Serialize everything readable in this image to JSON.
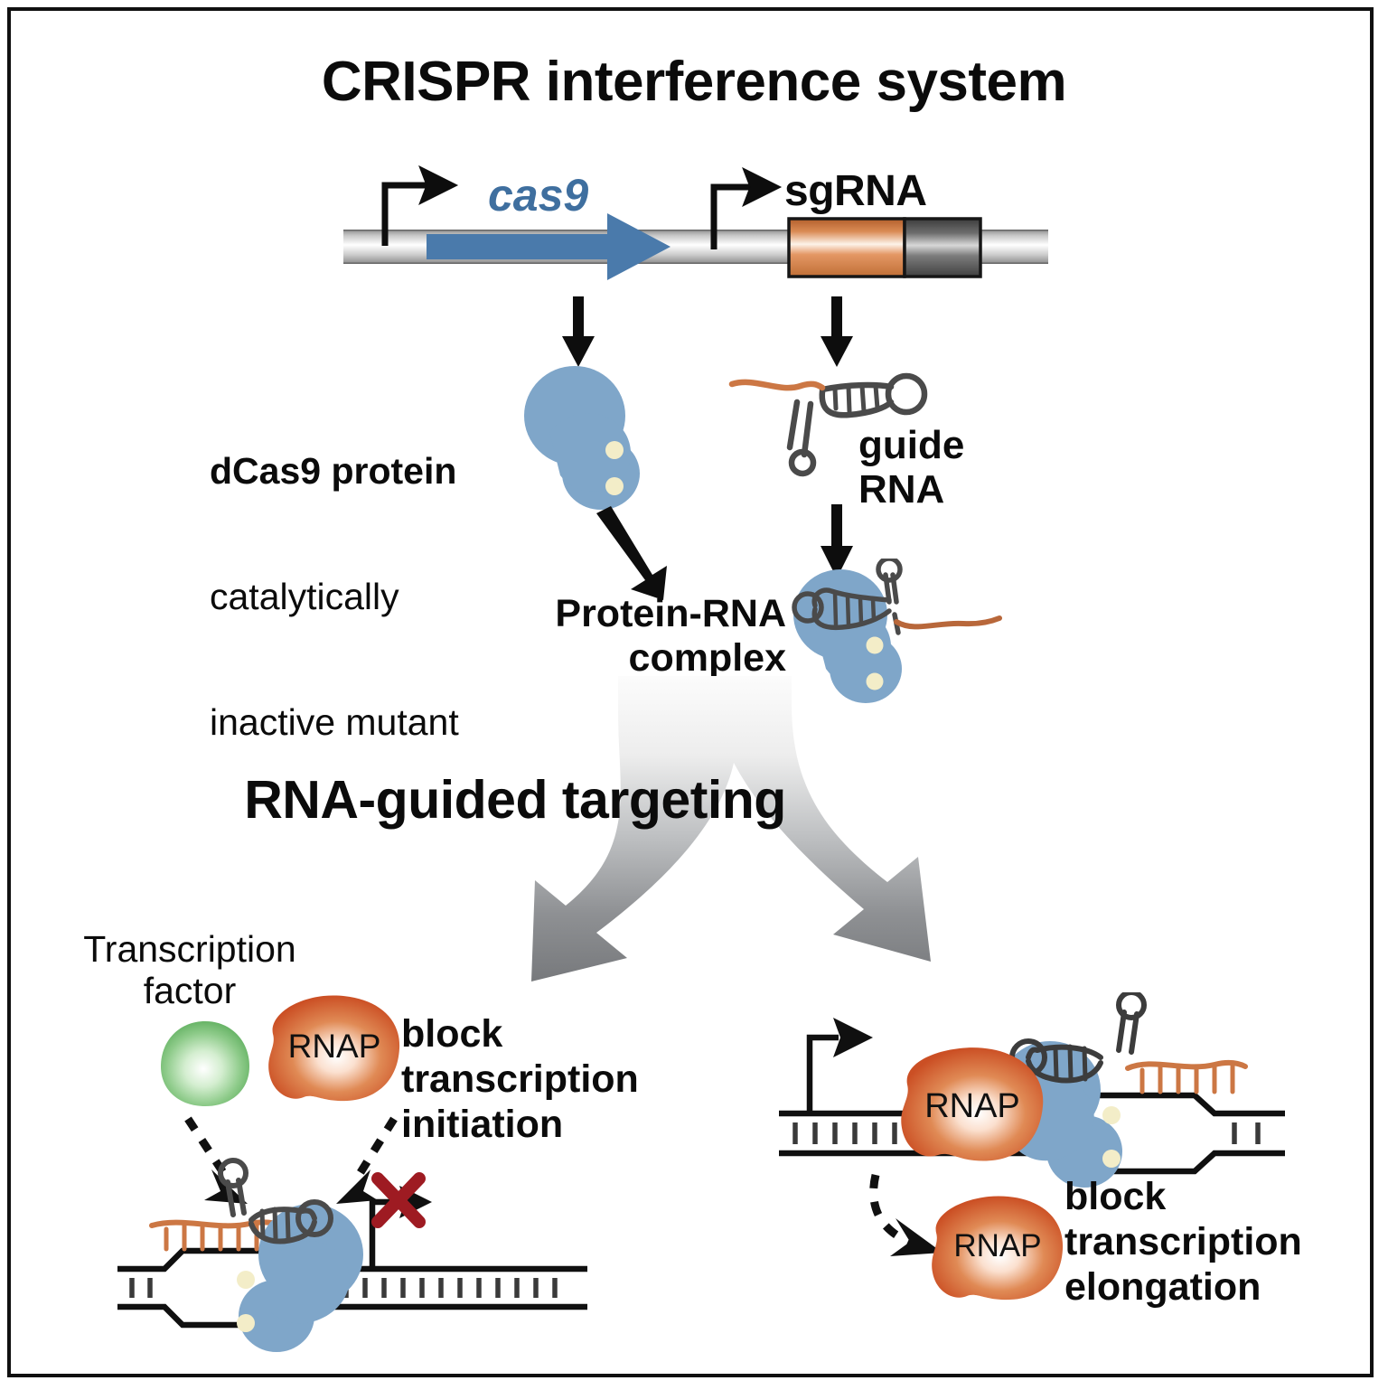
{
  "figure": {
    "title": "CRISPR interference system",
    "background": "#ffffff",
    "border_color": "#101010"
  },
  "colors": {
    "cas9_gene_blue": "#4a7aab",
    "cas9_label_blue": "#3f6f9f",
    "protein_blue": "#7fa6c9",
    "protein_dot_cream": "#f3edc8",
    "rna_orange": "#cc7744",
    "sgrna_box_orange": "#d4824a",
    "sgrna_box_gray": "#5a5a5a",
    "rnap_orange": "#d4562a",
    "transcription_factor_green": "#63b463",
    "red_x": "#9e1b22",
    "dna_black": "#101010",
    "arrow_gray_light": "#f2f2f2",
    "arrow_gray_dark": "#6f7072"
  },
  "construct": {
    "cas9_gene_label": "cas9",
    "sgrna_label": "sgRNA",
    "promoters": [
      "promoter-arrow-cas9",
      "promoter-arrow-sgrna"
    ],
    "elements": [
      "dna-backbone",
      "cas9-arrow",
      "sgrna-spacer-box",
      "sgrna-handle-box"
    ]
  },
  "protein": {
    "title": "dCas9 protein",
    "line2": "catalytically",
    "line3": "inactive mutant"
  },
  "guide": {
    "line1": "guide",
    "line2": "RNA"
  },
  "complex": {
    "line1": "Protein-RNA",
    "line2": "complex"
  },
  "targeting": {
    "label": "RNA-guided targeting"
  },
  "left_panel": {
    "tf_line1": "Transcription",
    "tf_line2": "factor",
    "rnap_label": "RNAP",
    "outcome_line1": "block",
    "outcome_line2": "transcription",
    "outcome_line3": "initiation",
    "blocked_marker": "X"
  },
  "right_panel": {
    "rnap_label_stalled": "RNAP",
    "rnap_label_displaced": "RNAP",
    "outcome_line1": "block",
    "outcome_line2": "transcription",
    "outcome_line3": "elongation"
  }
}
